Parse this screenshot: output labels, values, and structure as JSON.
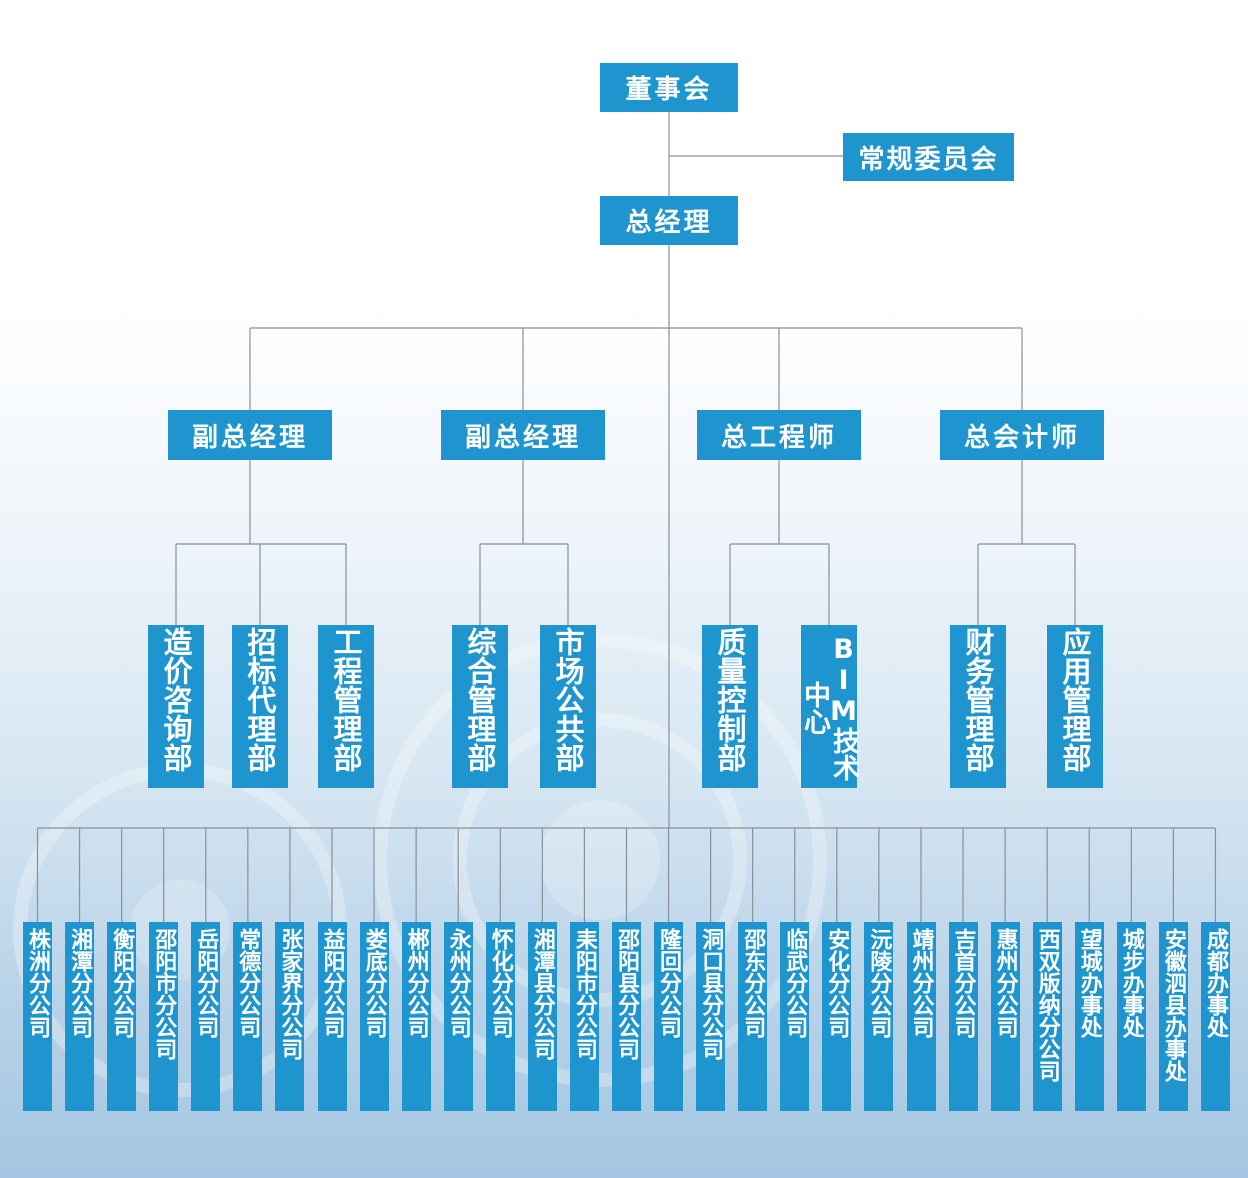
{
  "nodes": {
    "board": "董事会",
    "committee": "常规委员会",
    "gm": "总经理",
    "executives": [
      "副总经理",
      "副总经理",
      "总工程师",
      "总会计师"
    ],
    "departments": [
      {
        "label": "造价咨询部",
        "parent": 0
      },
      {
        "label": "招标代理部",
        "parent": 0
      },
      {
        "label": "工程管理部",
        "parent": 0
      },
      {
        "label": "综合管理部",
        "parent": 1
      },
      {
        "label": "市场公共部",
        "parent": 1
      },
      {
        "label": "质量控制部",
        "parent": 2
      },
      {
        "label": "BIM技术中心",
        "parent": 2
      },
      {
        "label": "财务管理部",
        "parent": 3
      },
      {
        "label": "应用管理部",
        "parent": 3
      }
    ],
    "branches": [
      "株洲分公司",
      "湘潭分公司",
      "衡阳分公司",
      "邵阳市分公司",
      "岳阳分公司",
      "常德分公司",
      "张家界分公司",
      "益阳分公司",
      "娄底分公司",
      "郴州分公司",
      "永州分公司",
      "怀化分公司",
      "湘潭县分公司",
      "耒阳市分公司",
      "邵阳县分公司",
      "隆回分公司",
      "洞口县分公司",
      "邵东分公司",
      "临武分公司",
      "安化分公司",
      "沅陵分公司",
      "靖州分公司",
      "吉首分公司",
      "惠州分公司",
      "西双版纳分公司",
      "望城办事处",
      "城步办事处",
      "安徽泗县办事处",
      "成都办事处"
    ]
  },
  "colors": {
    "box": "#1e95cf",
    "text": "#ffffff",
    "line": "#8a8f96"
  }
}
